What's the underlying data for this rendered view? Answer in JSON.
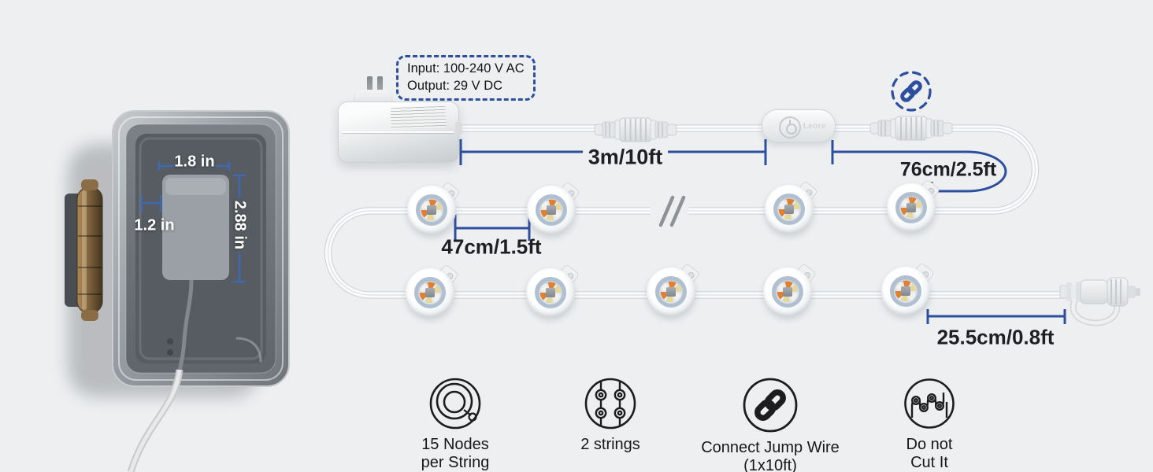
{
  "page": {
    "background": "#edeff1",
    "accent_blue": "#2d4f9e",
    "photo_dim_blue": "#4068ae",
    "text_dark": "#1d1f24",
    "wire_white": "#ffffff",
    "led_orange": "#e08030",
    "led_cream": "#e6d79b"
  },
  "adapter_spec": {
    "line1": "Input: 100-240 V AC",
    "line2": "Output: 29 V DC"
  },
  "controller": {
    "brand": "Leore",
    "button_icon": "power-icon"
  },
  "badges": {
    "link_badge_icon": "link-icon",
    "wire_break_icon": "break-slashes-icon"
  },
  "measurements": {
    "power_cord": "3m/10ft",
    "controller_to_first_node": "76cm/2.5ft",
    "node_spacing": "47cm/1.5ft",
    "last_node_to_plug": "25.5cm/0.8ft"
  },
  "box_dimensions": {
    "width": "1.8 in",
    "height": "2.88 in",
    "depth": "1.2 in"
  },
  "features": [
    {
      "icon": "coil-icon",
      "line1": "15 Nodes",
      "line2": "per String"
    },
    {
      "icon": "strings-icon",
      "line1": "2 strings",
      "line2": ""
    },
    {
      "icon": "link-icon",
      "line1": "Connect Jump Wire",
      "line2": "(1x10ft)"
    },
    {
      "icon": "no-cut-icon",
      "line1": "Do not",
      "line2": "Cut It"
    }
  ]
}
